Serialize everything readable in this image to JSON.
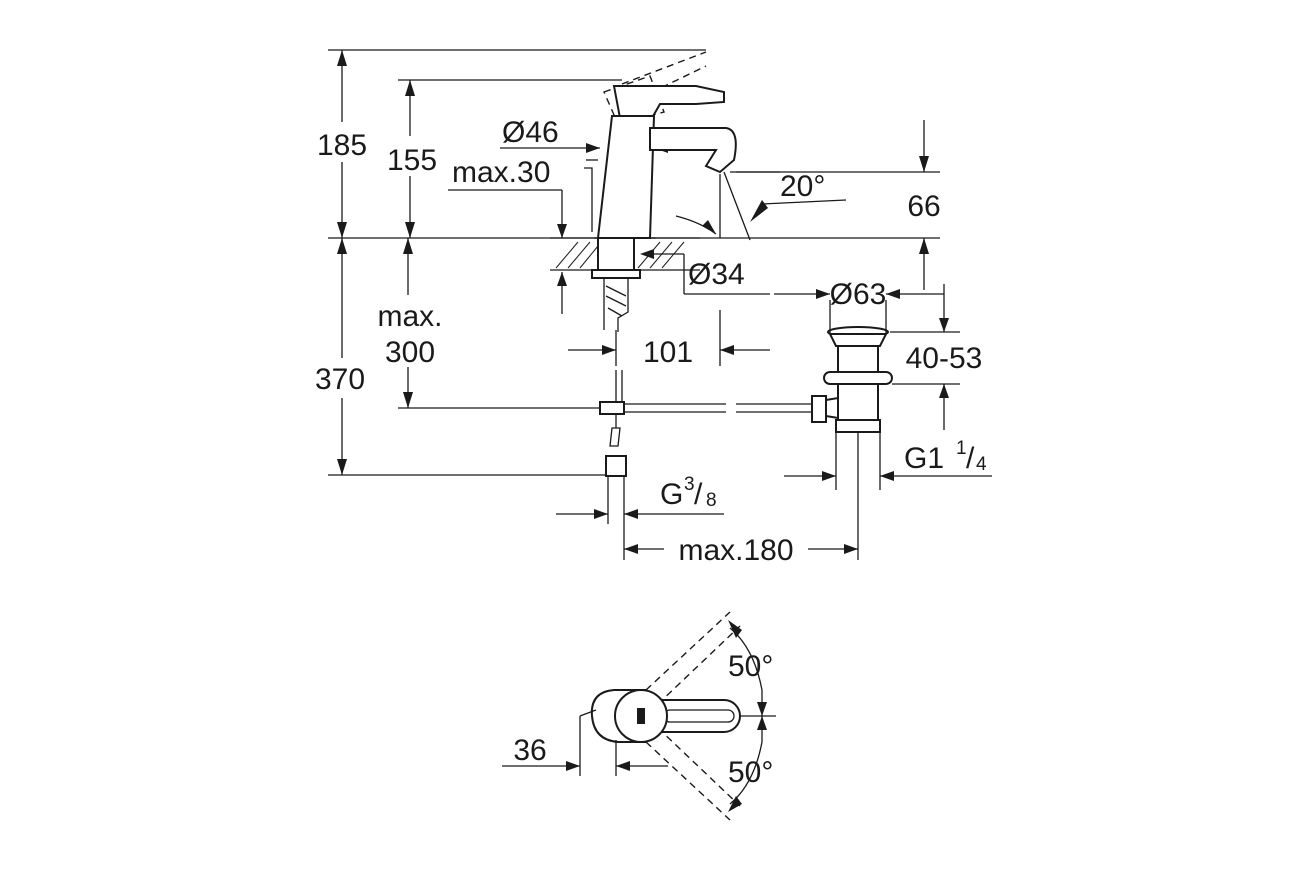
{
  "colors": {
    "line": "#1a1a1a",
    "background": "#ffffff"
  },
  "side_view": {
    "height_total": "185",
    "height_spout_top": "155",
    "body_diameter": "Ø46",
    "lever_offset": "max.30",
    "spout_angle": "20°",
    "spout_height": "66",
    "hole_diameter": "Ø34",
    "waste_diameter": "Ø63",
    "waste_range": "40-53",
    "below_depth": "370",
    "pipe_max_label": "max.",
    "pipe_max_value": "300",
    "spout_reach": "101",
    "connection_main": "G",
    "connection_num": "3",
    "connection_den": "8",
    "waste_thread_main": "G1",
    "waste_thread_num": "1",
    "waste_thread_den": "4",
    "waste_distance": "max.180"
  },
  "top_view": {
    "angle_upper": "50°",
    "angle_lower": "50°",
    "lever_width": "36"
  }
}
